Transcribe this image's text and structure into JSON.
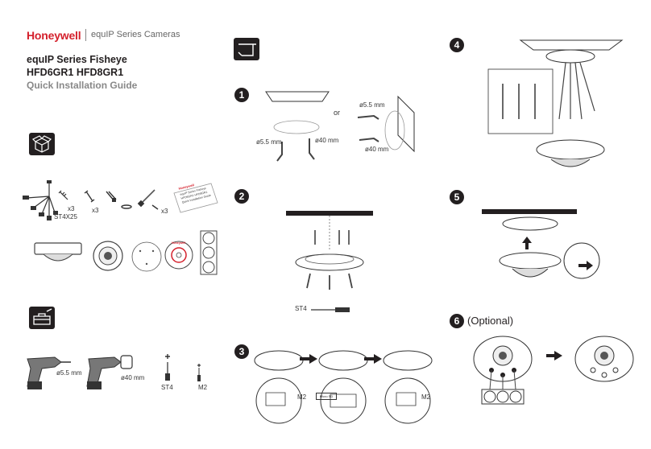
{
  "header": {
    "brand": "Honeywell",
    "series": "equIP Series Cameras"
  },
  "title": {
    "line1": "equIP Series Fisheye",
    "line2": "HFD6GR1 HFD8GR1",
    "subtitle": "Quick Installation Guide"
  },
  "package": {
    "labels": {
      "x3_a": "x3",
      "st4x25": "ST4X25",
      "x3_b": "x3",
      "x3_c": "x3"
    },
    "booklet": {
      "brand": "Honeywell",
      "line1": "equIP Series Fisheye",
      "line2": "HFD6GR1 HFD8GR1",
      "line3": "Quick Installation Guide"
    },
    "cd_brand": "Honeywell"
  },
  "tools": {
    "drill_a": "ø5.5 mm",
    "drill_b": "ø40 mm",
    "st4": "ST4",
    "m2": "M2"
  },
  "steps": {
    "s1": {
      "num": "1",
      "drill_a": "ø5.5 mm",
      "drill_b": "ø40 mm",
      "or": "or",
      "drill_c": "ø5.5 mm",
      "drill_d": "ø40 mm"
    },
    "s2": {
      "num": "2",
      "st4": "ST4"
    },
    "s3": {
      "num": "3",
      "m2_a": "M2",
      "sd": "Micro SD",
      "m2_b": "M2"
    },
    "s4": {
      "num": "4"
    },
    "s5": {
      "num": "5"
    },
    "s6": {
      "num": "6",
      "optional": "(Optional)"
    }
  }
}
